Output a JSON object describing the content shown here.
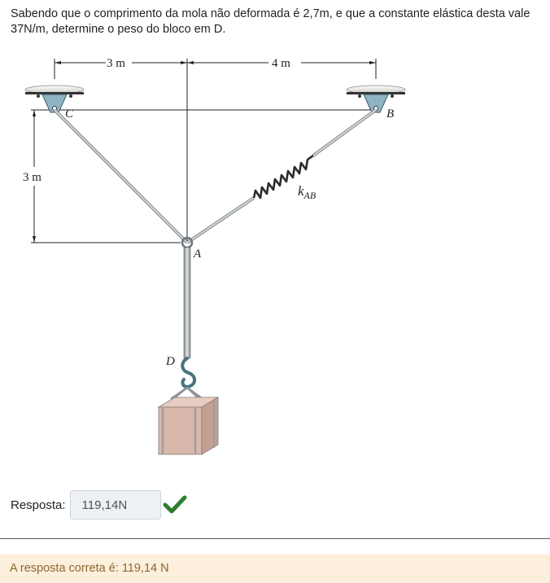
{
  "question": {
    "text": "Sabendo que o comprimento da mola não deformada é 2,7m, e que a constante elástica desta vale 37N/m, determine o peso do bloco em D."
  },
  "figure": {
    "dim_top_left": "3 m",
    "dim_top_right": "4 m",
    "dim_left": "3 m",
    "label_c": "C",
    "label_b": "B",
    "label_a": "A",
    "label_d": "D",
    "label_k": "k",
    "label_k_sub": "AB"
  },
  "answer": {
    "label": "Resposta:",
    "value": "119,14N",
    "status_icon": "check-icon",
    "status_color": "#2e7d32"
  },
  "feedback": {
    "text": "A resposta correta é: 119,14 N",
    "background": "#fcefdc",
    "color": "#8e662e"
  }
}
